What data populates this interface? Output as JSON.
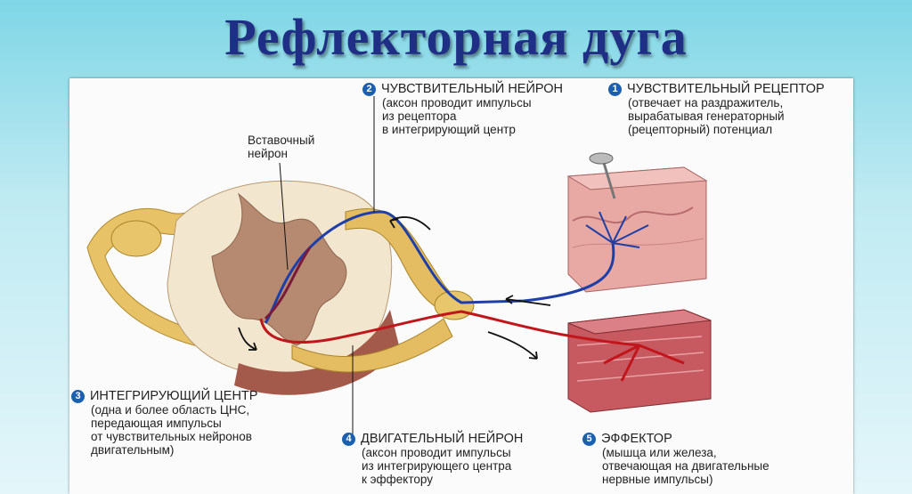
{
  "title": "Рефлекторная дуга",
  "labels": {
    "receptor": {
      "num": "1",
      "heading": "ЧУВСТВИТЕЛЬНЫЙ РЕЦЕПТОР",
      "lines": [
        "(отвечает на раздражитель,",
        "вырабатывая генераторный",
        "(рецепторный) потенциал"
      ]
    },
    "sensory": {
      "num": "2",
      "heading": "ЧУВСТВИТЕЛЬНЫЙ НЕЙРОН",
      "lines": [
        "(аксон проводит импульсы",
        "из рецептора",
        "в интегрирующий центр"
      ]
    },
    "center": {
      "num": "3",
      "heading": "ИНТЕГРИРУЮЩИЙ ЦЕНТР",
      "lines": [
        "(одна и более область ЦНС,",
        "передающая импульсы",
        "от чувствительных нейронов",
        "двигательным)"
      ]
    },
    "motor": {
      "num": "4",
      "heading": "ДВИГАТЕЛЬНЫЙ НЕЙРОН",
      "lines": [
        "(аксон проводит импульсы",
        "из интегрирующего центра",
        "к эффектору"
      ]
    },
    "effector": {
      "num": "5",
      "heading": "ЭФФЕКТОР",
      "lines": [
        "(мышца или железа,",
        "отвечающая на двигательные",
        "нервные импульсы)"
      ]
    },
    "interneuron": {
      "lines": [
        "Вставочный",
        "нейрон"
      ]
    }
  },
  "colors": {
    "sensory": "#1f3fa8",
    "motor": "#c0161c",
    "title": "#1f2f86"
  }
}
